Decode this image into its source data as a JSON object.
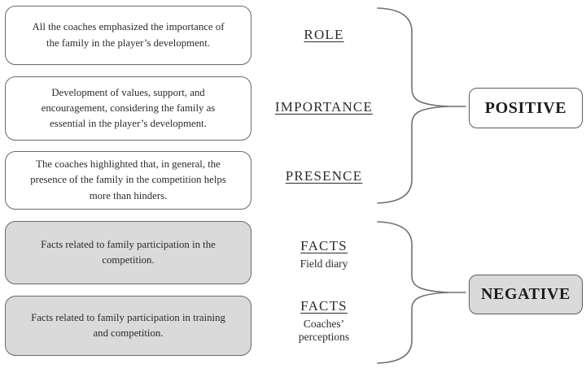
{
  "diagram": {
    "left_boxes": [
      {
        "id": "role",
        "text": "All the coaches emphasized the importance of the family in the player’s development.",
        "fill": "white"
      },
      {
        "id": "importance",
        "text": "Development of values, support, and encouragement, considering the family as essential in the player’s development.",
        "fill": "white"
      },
      {
        "id": "presence",
        "text": "The coaches highlighted that, in general, the presence of the family in the competition helps more than hinders.",
        "fill": "white"
      },
      {
        "id": "facts-field-diary",
        "text": "Facts related to family participation in the competition.",
        "fill": "gray"
      },
      {
        "id": "facts-coaches",
        "text": "Facts related to family participation in training and competition.",
        "fill": "gray"
      }
    ],
    "category_labels": [
      {
        "title": "ROLE",
        "subtitle": ""
      },
      {
        "title": "IMPORTANCE",
        "subtitle": ""
      },
      {
        "title": "PRESENCE",
        "subtitle": ""
      },
      {
        "title": "FACTS",
        "subtitle": "Field diary"
      },
      {
        "title": "FACTS",
        "subtitle": "Coaches’ perceptions"
      }
    ],
    "outcomes": [
      {
        "label": "POSITIVE",
        "fill": "white"
      },
      {
        "label": "NEGATIVE",
        "fill": "gray"
      }
    ]
  },
  "colors": {
    "box_gray": "#dadada",
    "box_white": "#ffffff",
    "border_gray": "#6a6a6a",
    "brace_gray": "#707070",
    "text_dark": "#2b2b2b"
  }
}
